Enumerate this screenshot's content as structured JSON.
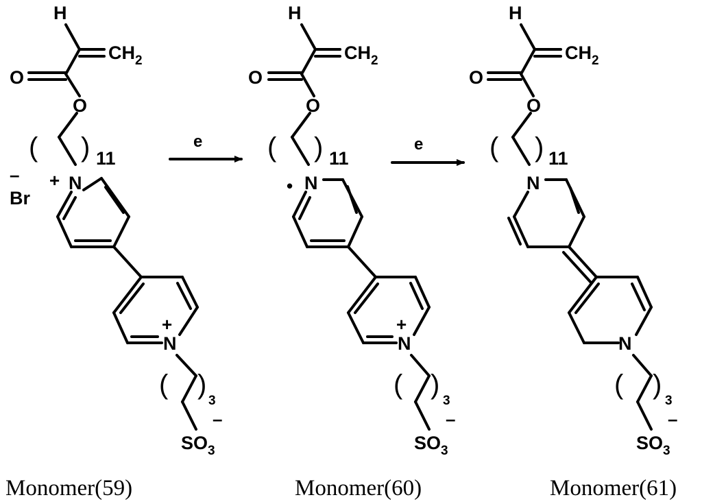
{
  "atoms": {
    "hydrogen": "H",
    "methylene": "CH",
    "methylene_sub": "2",
    "carbonyl_oxygen": "O",
    "ester_oxygen": "O",
    "nitrogen": "N",
    "sulfonate": "SO",
    "sulfonate_sub": "3"
  },
  "signs": {
    "plus": "+",
    "minus": "–",
    "radical": "•"
  },
  "counter_ion": "Br",
  "chain_repeats": {
    "acrylate_chain": "11",
    "sulfonate_chain": "3"
  },
  "reaction": {
    "arrow_1_label": "e",
    "arrow_2_label": "e"
  },
  "monomers": [
    {
      "caption": "Monomer(59)"
    },
    {
      "caption": "Monomer(60)"
    },
    {
      "caption": "Monomer(61)"
    }
  ]
}
